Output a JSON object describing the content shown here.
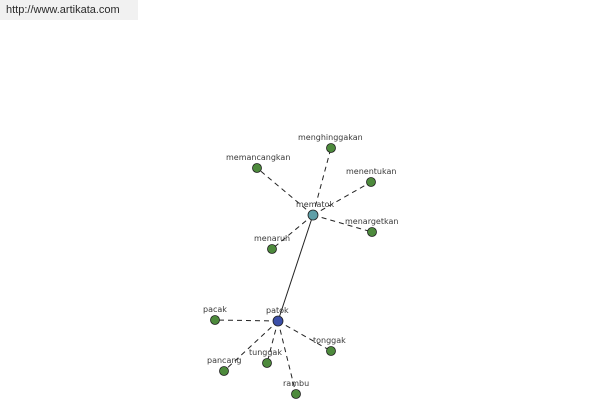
{
  "header": {
    "url": "http://www.artikata.com"
  },
  "colors": {
    "leaf_node": "#4d8a3c",
    "hub_patok": "#3b4fa8",
    "hub_mematok": "#5f9fa8",
    "edge": "#222222"
  },
  "graph": {
    "nodes": [
      {
        "id": "patok",
        "label": "patok",
        "kind": "hub_patok"
      },
      {
        "id": "mematok",
        "label": "mematok",
        "kind": "hub_mematok"
      },
      {
        "id": "menghinggakan",
        "label": "menghinggakan",
        "kind": "leaf_node"
      },
      {
        "id": "memancangkan",
        "label": "memancangkan",
        "kind": "leaf_node"
      },
      {
        "id": "menentukan",
        "label": "menentukan",
        "kind": "leaf_node"
      },
      {
        "id": "menargetkan",
        "label": "menargetkan",
        "kind": "leaf_node"
      },
      {
        "id": "menaruh",
        "label": "menaruh",
        "kind": "leaf_node"
      },
      {
        "id": "pacak",
        "label": "pacak",
        "kind": "leaf_node"
      },
      {
        "id": "tonggak",
        "label": "tonggak",
        "kind": "leaf_node"
      },
      {
        "id": "tunggak",
        "label": "tunggak",
        "kind": "leaf_node"
      },
      {
        "id": "pancang",
        "label": "pancang",
        "kind": "leaf_node"
      },
      {
        "id": "rambu",
        "label": "rambu",
        "kind": "leaf_node"
      }
    ],
    "edges": [
      {
        "from": "patok",
        "to": "mematok",
        "style": "solid"
      },
      {
        "from": "mematok",
        "to": "menghinggakan",
        "style": "dashed"
      },
      {
        "from": "mematok",
        "to": "memancangkan",
        "style": "dashed"
      },
      {
        "from": "mematok",
        "to": "menentukan",
        "style": "dashed"
      },
      {
        "from": "mematok",
        "to": "menargetkan",
        "style": "dashed"
      },
      {
        "from": "mematok",
        "to": "menaruh",
        "style": "dashed"
      },
      {
        "from": "patok",
        "to": "pacak",
        "style": "dashed"
      },
      {
        "from": "patok",
        "to": "tonggak",
        "style": "dashed"
      },
      {
        "from": "patok",
        "to": "tunggak",
        "style": "dashed"
      },
      {
        "from": "patok",
        "to": "pancang",
        "style": "dashed"
      },
      {
        "from": "patok",
        "to": "rambu",
        "style": "dashed"
      }
    ]
  }
}
